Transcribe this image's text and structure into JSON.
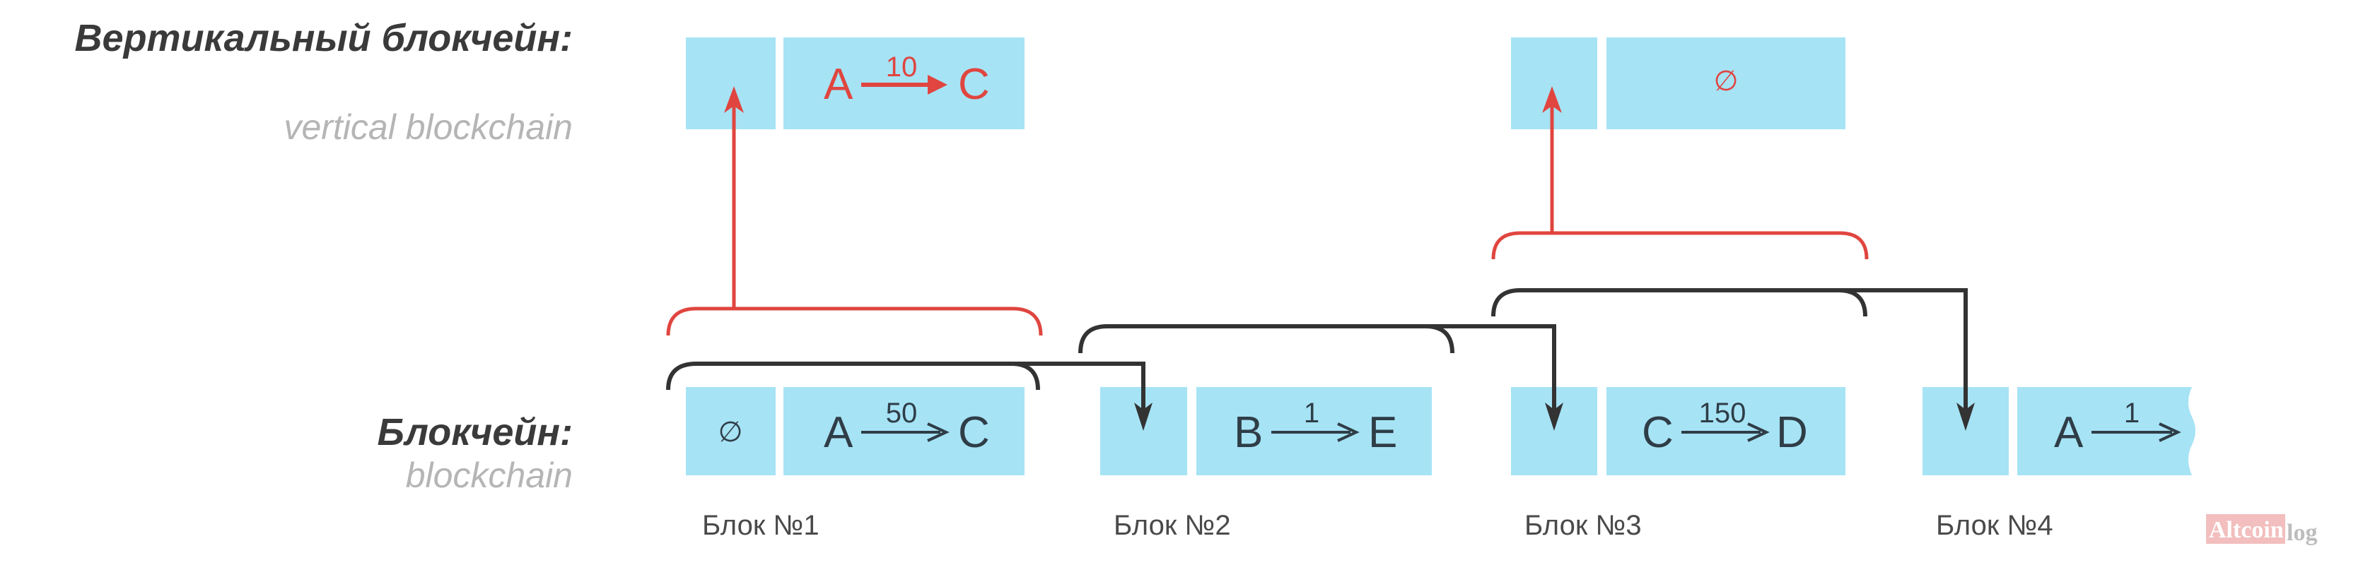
{
  "labels": {
    "vertical_title": "Вертикальный блокчейн:",
    "vertical_subtitle": "vertical blockchain",
    "chain_title": "Блокчейн:",
    "chain_subtitle": "blockchain"
  },
  "vertical_blocks": [
    {
      "from": "A",
      "amount": "10",
      "to": "C"
    },
    {
      "empty": "∅"
    }
  ],
  "blocks": [
    {
      "label": "Блок №1",
      "prev": "∅",
      "from": "A",
      "amount": "50",
      "to": "C"
    },
    {
      "label": "Блок №2",
      "from": "B",
      "amount": "1",
      "to": "E"
    },
    {
      "label": "Блок №3",
      "from": "C",
      "amount": "150",
      "to": "D"
    },
    {
      "label": "Блок №4",
      "from": "A",
      "amount": "1"
    }
  ],
  "watermark": {
    "brand": "Altcoin",
    "suffix": "log"
  },
  "colors": {
    "block": "#a6e3f5",
    "highlight": "#e0453f",
    "link": "#333333"
  }
}
